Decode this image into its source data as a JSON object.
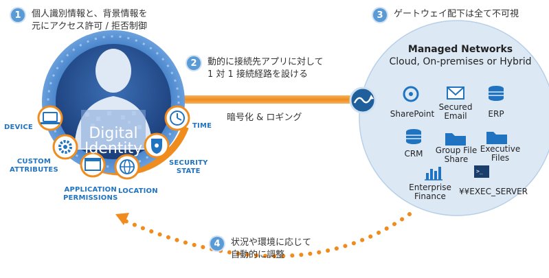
{
  "steps": [
    {
      "num": "1",
      "text": "個人識別情報と、背景情報を\n元にアクセス許可 / 拒否制御"
    },
    {
      "num": "2",
      "text": "動的に接続先アプリに対して\n1 対 1 接続経路を設ける"
    },
    {
      "num": "3",
      "text": "ゲートウェイ配下は全て不可視"
    },
    {
      "num": "4",
      "text": "状況や環境に応じて\n自動的に調整"
    }
  ],
  "middle_label": "暗号化 & ロギング",
  "identity": {
    "line1": "Digital",
    "line2": "Identity"
  },
  "attributes": {
    "device": "DEVICE",
    "custom": "CUSTOM\nATTRIBUTES",
    "application": "APPLICATION\nPERMISSIONS",
    "location": "LOCATION",
    "security": "SECURITY\nSTATE",
    "time": "TIME"
  },
  "networks": {
    "title": "Managed Networks",
    "subtitle": "Cloud, On-premises or Hybrid",
    "services": {
      "sharepoint": "SharePoint",
      "email": "Secured\nEmail",
      "erp": "ERP",
      "crm": "CRM",
      "groupfile": "Group File\nShare",
      "execfiles": "Executive\nFiles",
      "finance": "Enterprise\nFinance",
      "exec_server": "¥¥EXEC_SERVER"
    }
  },
  "colors": {
    "accent_blue": "#1f73c0",
    "badge_blue": "#5b9bd5",
    "orange": "#f08c1e",
    "cloud": "#dce9f5"
  },
  "icons": [
    "device-icon",
    "gear-icon",
    "window-icon",
    "globe-icon",
    "bug-icon",
    "clock-icon",
    "gateway-icon",
    "sharepoint-icon",
    "email-icon",
    "database-icon",
    "folder-icon",
    "chart-icon",
    "terminal-icon"
  ]
}
